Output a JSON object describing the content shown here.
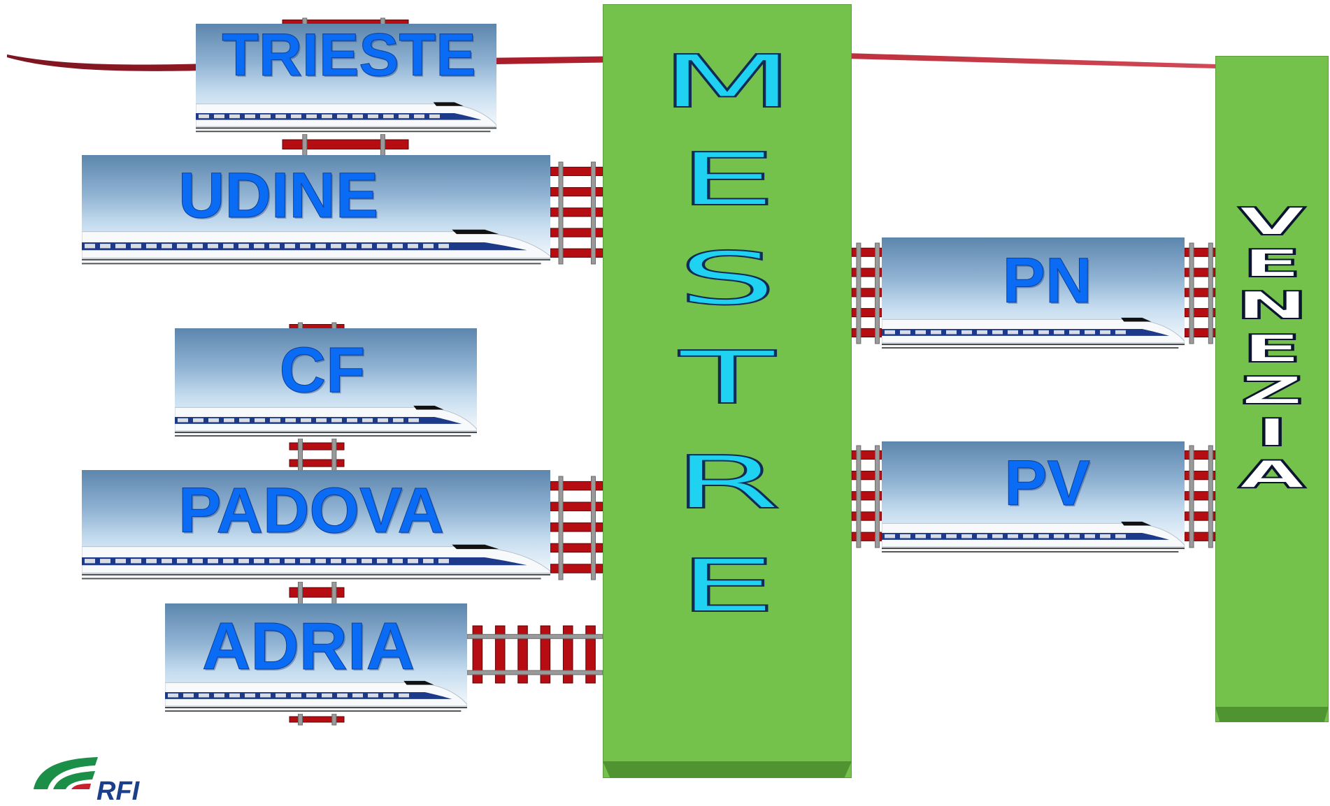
{
  "diagram": {
    "hub_main": {
      "letters": [
        "M",
        "E",
        "S",
        "T",
        "R",
        "E"
      ],
      "color": "#74c24c",
      "letter_color": "#1fd2f2"
    },
    "hub_terminal": {
      "letters": [
        "V",
        "E",
        "N",
        "E",
        "Z",
        "I",
        "A"
      ],
      "color": "#74c24c",
      "letter_color": "#ffffff"
    },
    "stations_left": [
      {
        "label": "TRIESTE"
      },
      {
        "label": "UDINE"
      },
      {
        "label": "CF"
      },
      {
        "label": "PADOVA"
      },
      {
        "label": "ADRIA"
      }
    ],
    "stations_right": [
      {
        "label": "PN"
      },
      {
        "label": "PV"
      }
    ],
    "label_color": "#0a6cf5",
    "rail_color": "#b50d12"
  },
  "logo": {
    "text": "RFI",
    "icon": "rfi-logo-icon",
    "color": "#1b8f47"
  }
}
